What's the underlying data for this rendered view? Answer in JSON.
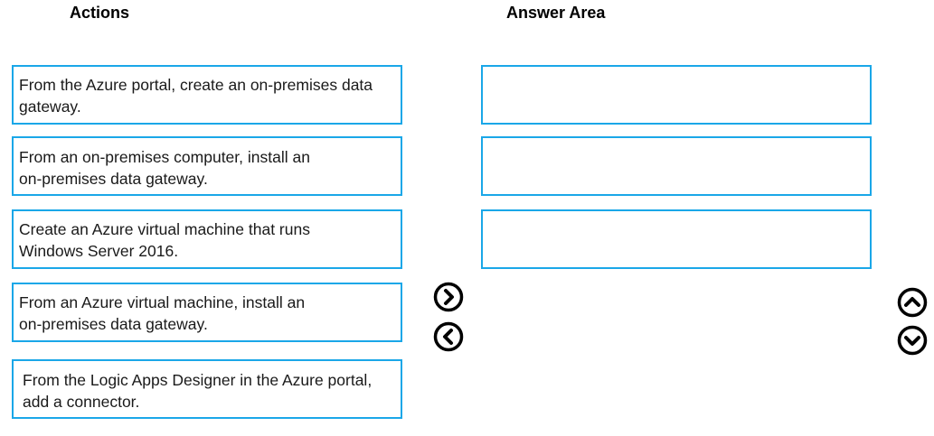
{
  "headings": {
    "actions": "Actions",
    "answer_area": "Answer Area"
  },
  "actions": [
    {
      "line1": "From the Azure portal, create an on-premises data",
      "line2": "gateway."
    },
    {
      "line1": "From an on-premises computer, install an",
      "line2": "on-premises data gateway."
    },
    {
      "line1": "Create an Azure virtual machine that runs",
      "line2": "Windows Server 2016."
    },
    {
      "line1": "From an Azure virtual machine, install an",
      "line2": "on-premises data gateway."
    },
    {
      "line1": "From the Logic Apps Designer in the Azure portal,",
      "line2": "add a connector."
    }
  ],
  "answer_slots": [
    "",
    "",
    ""
  ],
  "controls": {
    "move_right_icon": "chevron-right-circle-icon",
    "move_left_icon": "chevron-left-circle-icon",
    "move_up_icon": "chevron-up-circle-icon",
    "move_down_icon": "chevron-down-circle-icon"
  },
  "colors": {
    "box_border": "#1aa7e8",
    "text": "#1a1a1a",
    "icon": "#000000"
  }
}
